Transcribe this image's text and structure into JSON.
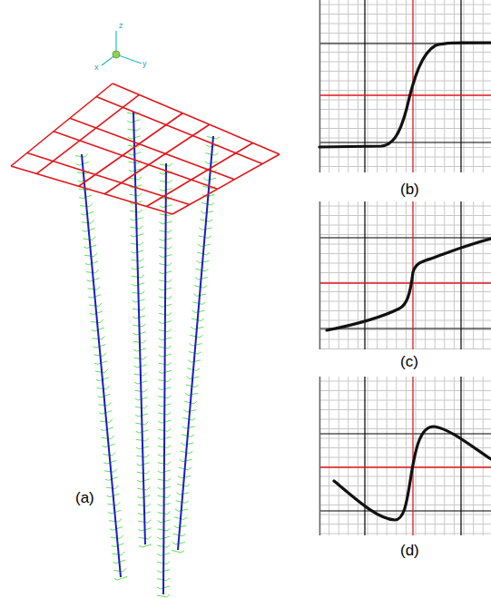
{
  "diagram": {
    "labels": [
      "(a)",
      "(b)",
      "(c)",
      "(d)",
      "z",
      "x",
      "y"
    ]
  }
}
